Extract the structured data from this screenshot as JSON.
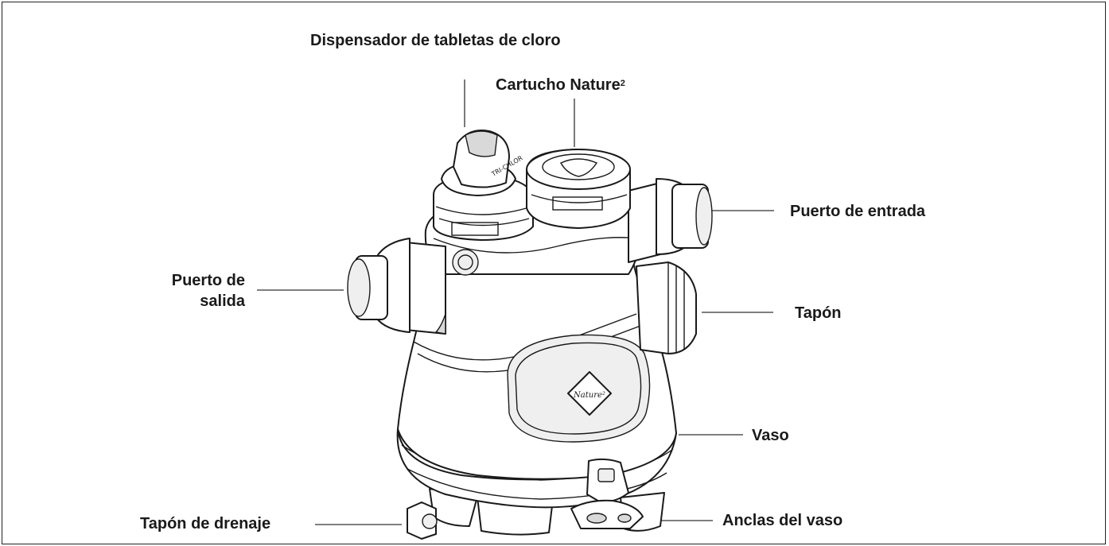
{
  "callouts": {
    "chlorine_dispenser": "Dispensador de tabletas de cloro",
    "nature2_cartridge": "Cartucho Nature",
    "nature2_superscript": "2",
    "inlet_port": "Puerto de entrada",
    "outlet_port_line1": "Puerto de",
    "outlet_port_line2": "salida",
    "plug": "Tapón",
    "vessel": "Vaso",
    "drain_plug": "Tapón de drenaje",
    "vessel_anchors": "Anclas del vaso"
  },
  "colors": {
    "line": "#1a1a1a",
    "text": "#1a1a1a",
    "shade": "#d9d9d9"
  }
}
